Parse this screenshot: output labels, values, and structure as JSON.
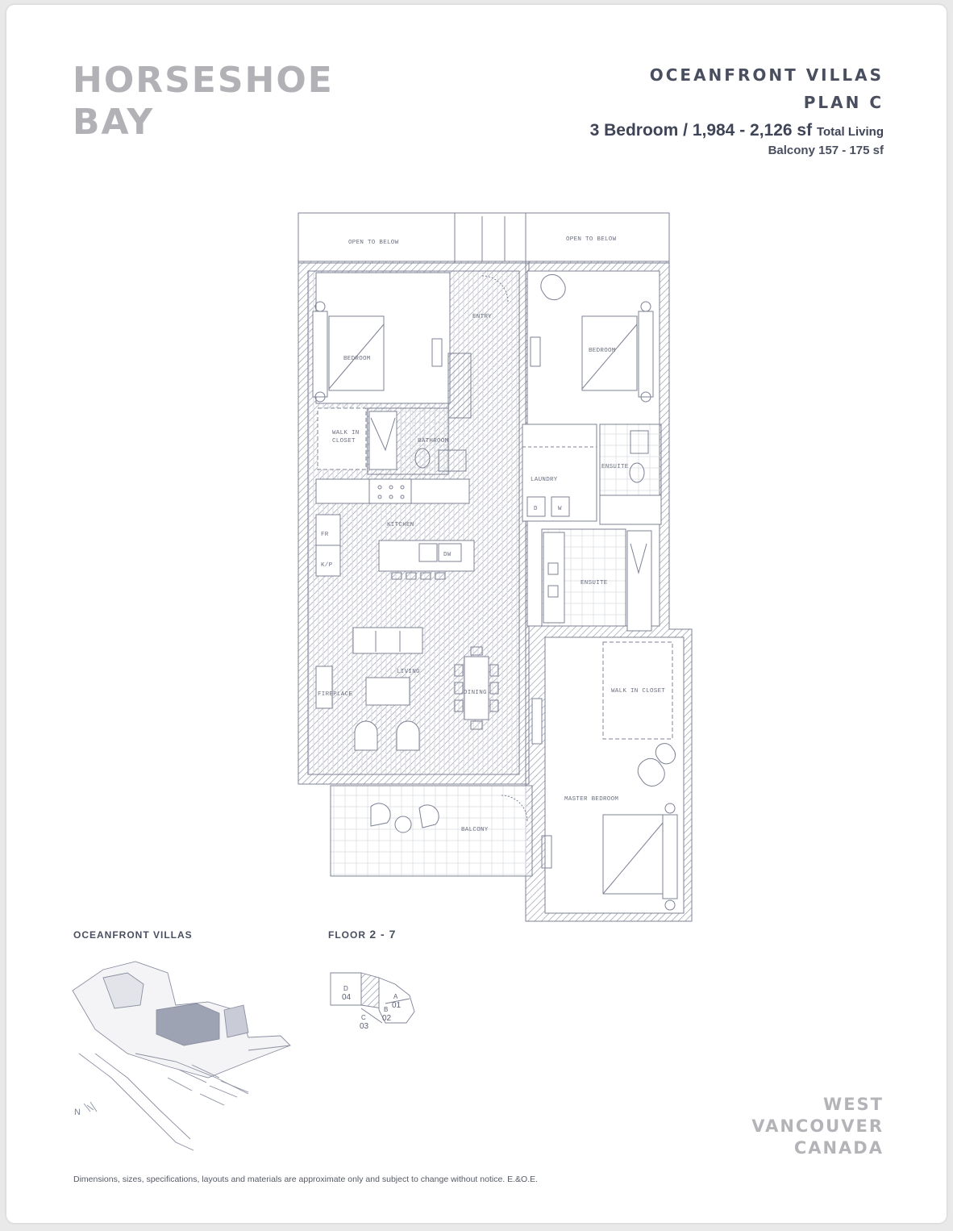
{
  "brand": {
    "line1": "HORSESHOE",
    "line2": "BAY"
  },
  "header": {
    "collection": "OCEANFRONT VILLAS",
    "plan": "PLAN C",
    "spec_main": "3 Bedroom / 1,984 - 2,126 sf",
    "spec_suffix": "Total Living",
    "balcony": "Balcony 157 - 175 sf"
  },
  "rooms": {
    "open1": "OPEN TO BELOW",
    "open2": "OPEN TO BELOW",
    "entry": "ENTRY",
    "bedroom1": "BEDROOM",
    "bedroom2": "BEDROOM",
    "walkin1a": "WALK IN",
    "walkin1b": "CLOSET",
    "bathroom": "BATHROOM",
    "ensuite1": "ENSUITE",
    "laundry": "LAUNDRY",
    "dryer": "D",
    "washer": "W",
    "kitchen": "KITCHEN",
    "fridge": "FR",
    "pantry": "K/P",
    "dishwasher": "DW",
    "ensuite2": "ENSUITE",
    "walkin2": "WALK IN CLOSET",
    "living": "LIVING",
    "dining": "DINING",
    "fireplace": "FIREPLACE",
    "master": "MASTER BEDROOM",
    "balcony": "BALCONY"
  },
  "captions": {
    "villas": "OCEANFRONT VILLAS",
    "floor_label": "FLOOR",
    "floor_range": "2 - 7"
  },
  "keyplan": {
    "units": [
      {
        "letter": "D",
        "num": "04"
      },
      {
        "letter": "A",
        "num": "01"
      },
      {
        "letter": "B",
        "num": "02"
      },
      {
        "letter": "C",
        "num": "03"
      }
    ]
  },
  "compass": "N",
  "location": {
    "line1": "WEST",
    "line2": "VANCOUVER",
    "line3": "CANADA"
  },
  "disclaimer": "Dimensions, sizes, specifications, layouts and materials are approximate only and subject to change without notice. E.&O.E."
}
